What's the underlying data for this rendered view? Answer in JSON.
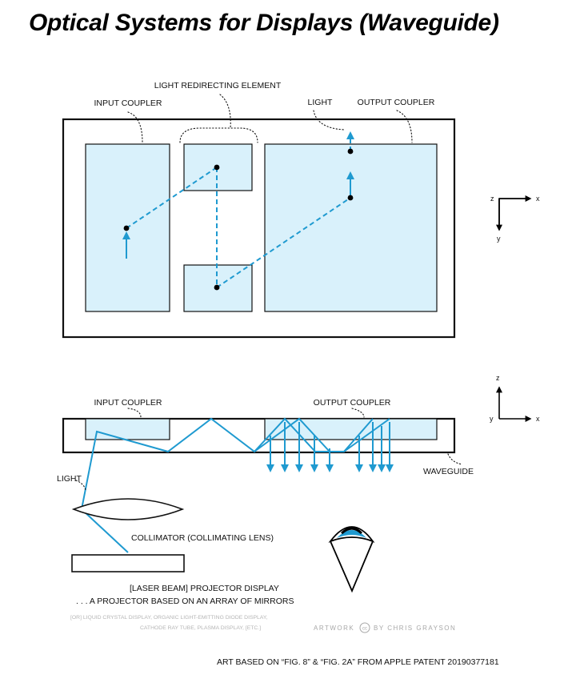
{
  "title": "Optical Systems for Displays (Waveguide)",
  "top_view": {
    "input_coupler": "INPUT COUPLER",
    "light_redirecting_element": "LIGHT REDIRECTING ELEMENT",
    "light": "LIGHT",
    "output_coupler": "OUTPUT COUPLER",
    "axes": {
      "x": "x",
      "y": "y",
      "z": "z"
    }
  },
  "side_view": {
    "input_coupler": "INPUT COUPLER",
    "output_coupler": "OUTPUT COUPLER",
    "waveguide": "WAVEGUIDE",
    "light": "LIGHT",
    "collimator": "COLLIMATOR (COLLIMATING LENS)",
    "projector_line1": "[LASER BEAM] PROJECTOR DISPLAY",
    "projector_line2": ". . . A PROJECTOR BASED ON AN ARRAY OF MIRRORS",
    "alternatives_line1": "[OR] LIQUID CRYSTAL DISPLAY, ORGANIC LIGHT-EMITTING DIODE DISPLAY,",
    "alternatives_line2": "CATHODE RAY TUBE, PLASMA DISPLAY, [ETC.]",
    "axes": {
      "x": "x",
      "y": "y",
      "z": "z"
    }
  },
  "credit": {
    "artwork_prefix": "ARTWORK",
    "cc_mark": "cc",
    "artwork_by": "BY CHRIS GRAYSON"
  },
  "footer": "ART BASED ON “FIG. 8” & “FIG. 2A” FROM APPLE PATENT 20190377181",
  "colors": {
    "light_ray": "#1f9ad0",
    "coupler_fill": "#d9f1fb",
    "outline": "#111111"
  }
}
